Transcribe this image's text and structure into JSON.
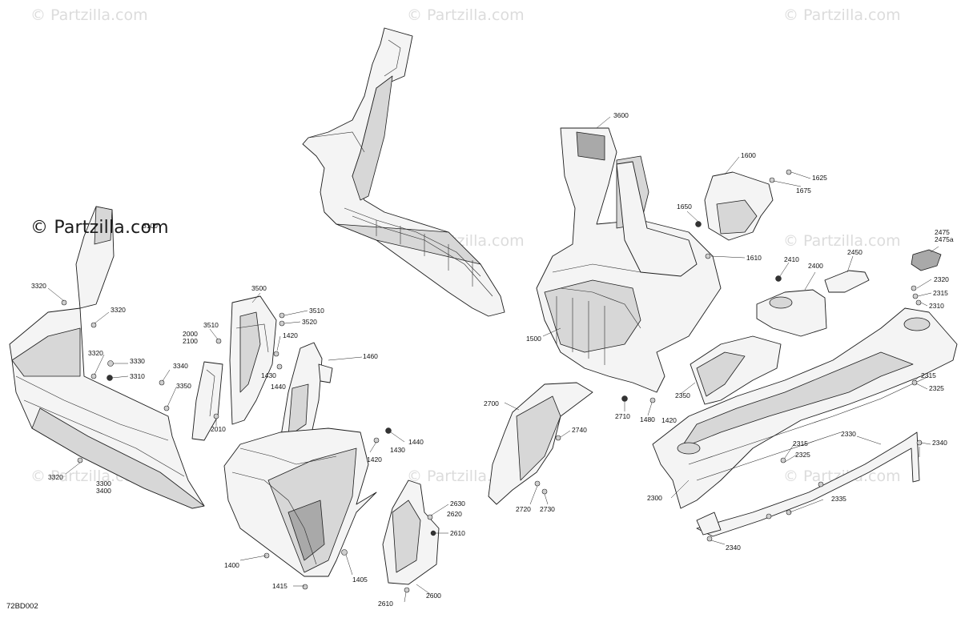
{
  "watermarks": [
    {
      "id": "wm-1",
      "text": "© Partzilla.com"
    },
    {
      "id": "wm-2",
      "text": "© Partzilla.com"
    },
    {
      "id": "wm-3",
      "text": "© Partzilla.com"
    },
    {
      "id": "wm-4",
      "text": "© Partzilla.com"
    },
    {
      "id": "wm-5",
      "text": "© Partzilla.com"
    },
    {
      "id": "wm-6",
      "text": "© Partzilla.com"
    },
    {
      "id": "wm-7",
      "text": "© Partzilla.com"
    },
    {
      "id": "wm-8",
      "text": "© Partzilla.com"
    }
  ],
  "main_watermark": "© Partzilla.com",
  "diagram_ref": "72BD002",
  "callouts": {
    "c3100": "3100",
    "c3320a": "3320",
    "c3320b": "3320",
    "c3320c": "3320",
    "c3320d": "3320",
    "c3330": "3330",
    "c3310": "3310",
    "c3340": "3340",
    "c3350": "3350",
    "c3300": "3300\n3400",
    "c2000": "2000\n2100",
    "c2010": "2010",
    "c3500": "3500",
    "c3510a": "3510",
    "c3510b": "3510",
    "c3520": "3520",
    "c1420a": "1420",
    "c1430a": "1430",
    "c1440a": "1440",
    "c1460": "1460",
    "c1420b": "1420",
    "c1430b": "1430",
    "c1440b": "1440",
    "c1400": "1400",
    "c1415": "1415",
    "c1405": "1405",
    "c2630": "2630",
    "c2620": "2620",
    "c2610a": "2610",
    "c2610b": "2610",
    "c2600": "2600",
    "c3600": "3600",
    "c1500": "1500",
    "c2710": "2710",
    "c1480": "1480",
    "c1420c": "1420",
    "c2700": "2700",
    "c2740": "2740",
    "c2720": "2720",
    "c2730": "2730",
    "c1600": "1600",
    "c1625": "1625",
    "c1675": "1675",
    "c1650": "1650",
    "c1610": "1610",
    "c2410": "2410",
    "c2400": "2400",
    "c2450": "2450",
    "c2475": "2475\n2475a",
    "c2320": "2320",
    "c2315a": "2315",
    "c2310": "2310",
    "c2350": "2350",
    "c2315b": "2315",
    "c2325a": "2325",
    "c2330": "2330",
    "c2315c": "2315",
    "c2325b": "2325",
    "c2340a": "2340",
    "c2300": "2300",
    "c2335": "2335",
    "c2340b": "2340"
  },
  "colors": {
    "line": "#1c1c1c",
    "fill": "#f4f4f4",
    "shade": "#d7d7d7",
    "watermark": "#dcdcdc"
  }
}
